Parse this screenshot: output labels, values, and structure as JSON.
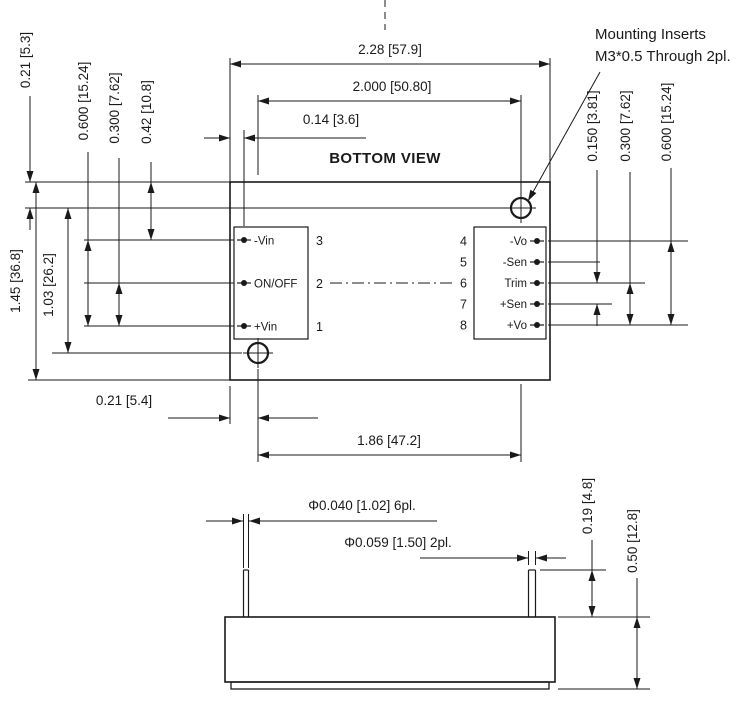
{
  "drawing": {
    "view_title": "BOTTOM VIEW",
    "note_line1": "Mounting Inserts",
    "note_line2": "M3*0.5 Through 2pl.",
    "colors": {
      "line": "#1a1a1a",
      "background": "#ffffff"
    }
  },
  "top_view": {
    "dims": {
      "overall_width": "2.28 [57.9]",
      "hole_span_width": "2.000 [50.80]",
      "pin_col_offset": "0.14 [3.6]",
      "edge_to_hole_y": "0.21 [5.3]",
      "pin_span_600": "0.600 [15.24]",
      "pin_span_300": "0.300 [7.62]",
      "edge_to_pin3": "0.42 [10.8]",
      "overall_height": "1.45 [36.8]",
      "hole_span_height": "1.03 [26.2]",
      "right_pitch_150": "0.150 [3.81]",
      "right_pitch_300": "0.300 [7.62]",
      "right_pitch_600": "0.600 [15.24]",
      "edge_to_hole_x": "0.21 [5.4]",
      "hole_span_bottom": "1.86 [47.2]"
    },
    "left_pins": [
      {
        "number": "3",
        "label": "-Vin"
      },
      {
        "number": "2",
        "label": "ON/OFF"
      },
      {
        "number": "1",
        "label": "+Vin"
      }
    ],
    "right_pins": [
      {
        "number": "4",
        "label": "-Vo"
      },
      {
        "number": "5",
        "label": "-Sen"
      },
      {
        "number": "6",
        "label": "Trim"
      },
      {
        "number": "7",
        "label": "+Sen"
      },
      {
        "number": "8",
        "label": "+Vo"
      }
    ]
  },
  "side_view": {
    "dims": {
      "pin_diameter": "Φ0.040 [1.02] 6pl.",
      "standoff_diameter": "Φ0.059 [1.50] 2pl.",
      "pin_length": "0.19 [4.8]",
      "body_height": "0.50 [12.8]"
    }
  }
}
